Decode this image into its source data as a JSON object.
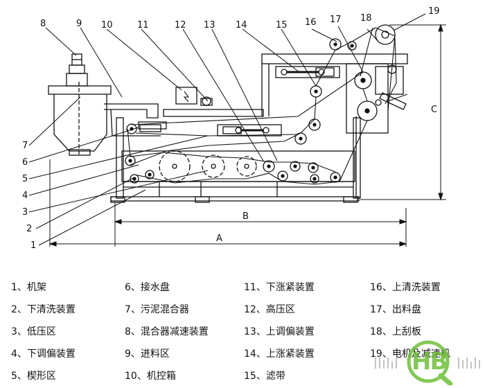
{
  "callouts": [
    "8",
    "9",
    "10",
    "11",
    "12",
    "13",
    "14",
    "15",
    "16",
    "17",
    "18",
    "19",
    "7",
    "6",
    "5",
    "4",
    "3",
    "2",
    "1"
  ],
  "dimensions": {
    "a": "A",
    "b": "B",
    "c": "C"
  },
  "legend": [
    {
      "num": "1",
      "text": "机架"
    },
    {
      "num": "2",
      "text": "下清洗装置"
    },
    {
      "num": "3",
      "text": "低压区"
    },
    {
      "num": "4",
      "text": "下调偏装置"
    },
    {
      "num": "5",
      "text": "楔形区"
    },
    {
      "num": "6",
      "text": "接水盘"
    },
    {
      "num": "7",
      "text": "污泥混合器"
    },
    {
      "num": "8",
      "text": "混合器减速装置"
    },
    {
      "num": "9",
      "text": "进料区"
    },
    {
      "num": "10",
      "text": "机控箱"
    },
    {
      "num": "11",
      "text": "下涨紧装置"
    },
    {
      "num": "12",
      "text": "高压区"
    },
    {
      "num": "13",
      "text": "上调偏装置"
    },
    {
      "num": "14",
      "text": "上涨紧装置"
    },
    {
      "num": "15",
      "text": "滤带"
    },
    {
      "num": "16",
      "text": "上清洗装置"
    },
    {
      "num": "17",
      "text": "出料盘"
    },
    {
      "num": "18",
      "text": "上刮板"
    },
    {
      "num": "19",
      "text": "电机及减速机"
    }
  ],
  "separator": "、",
  "watermark": "HB"
}
